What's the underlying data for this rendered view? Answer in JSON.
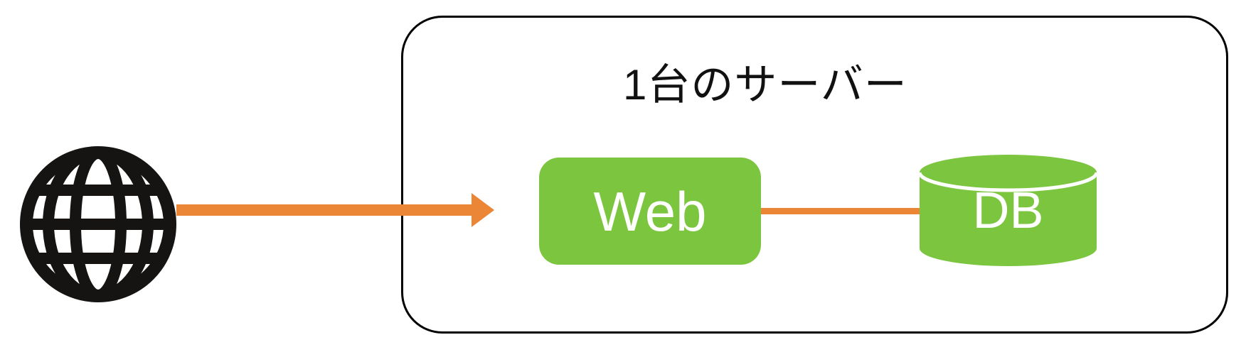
{
  "diagram": {
    "type": "architecture",
    "server_box": {
      "title": "1台のサーバー"
    },
    "internet": {
      "icon": "globe-icon"
    },
    "nodes": [
      {
        "id": "web",
        "label": "Web",
        "shape": "rounded-rect"
      },
      {
        "id": "db",
        "label": "DB",
        "shape": "cylinder"
      }
    ],
    "edges": [
      {
        "from": "internet",
        "to": "web",
        "style": "thick-arrow"
      },
      {
        "from": "web",
        "to": "db",
        "style": "line"
      }
    ],
    "colors": {
      "node_green": "#7CC63F",
      "connector_orange": "#EC8637",
      "outline_black": "#161412",
      "node_text_white": "#FFFFFF"
    }
  }
}
